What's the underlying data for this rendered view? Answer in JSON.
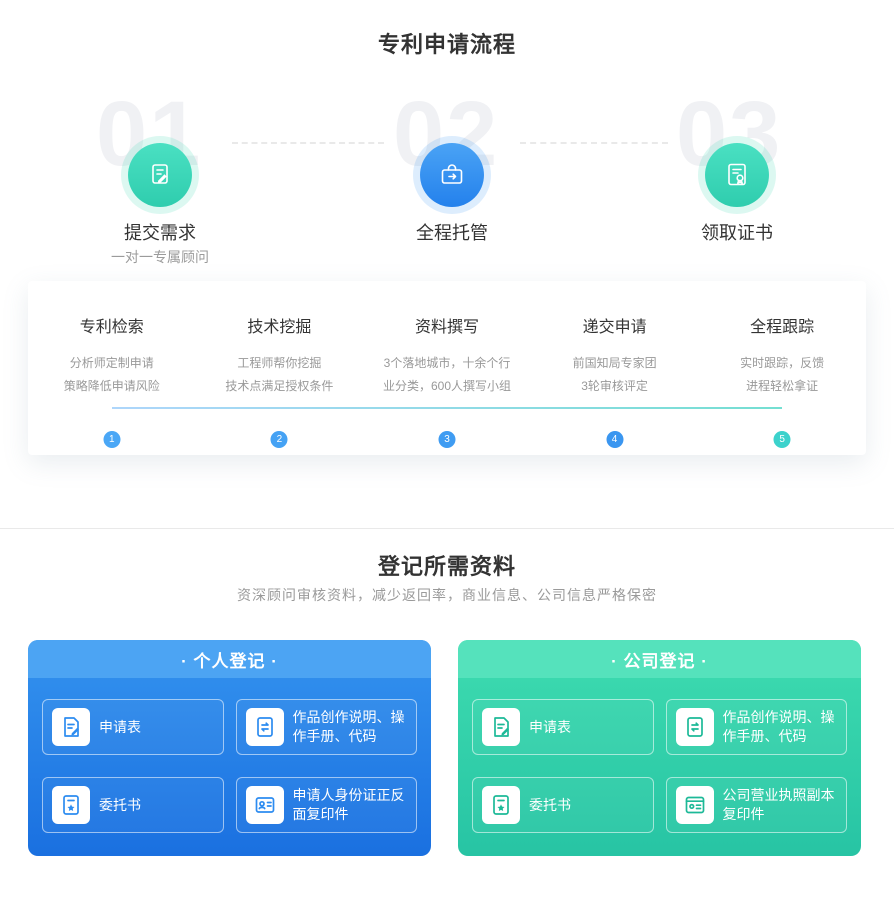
{
  "colors": {
    "blue": "#2d8cf0",
    "teal": "#3bd6b0"
  },
  "process": {
    "title": "专利申请流程",
    "steps": [
      {
        "number": "01",
        "label": "提交需求",
        "subtitle": "一对一专属顾问",
        "icon": "edit-document-icon"
      },
      {
        "number": "02",
        "label": "全程托管",
        "icon": "briefcase-icon"
      },
      {
        "number": "03",
        "label": "领取证书",
        "icon": "certificate-icon"
      }
    ],
    "stages": [
      {
        "num": "1",
        "title": "专利检索",
        "line1": "分析师定制申请",
        "line2": "策略降低申请风险"
      },
      {
        "num": "2",
        "title": "技术挖掘",
        "line1": "工程师帮你挖掘",
        "line2": "技术点满足授权条件"
      },
      {
        "num": "3",
        "title": "资料撰写",
        "line1": "3个落地城市，十余个行",
        "line2": "业分类，600人撰写小组"
      },
      {
        "num": "4",
        "title": "递交申请",
        "line1": "前国知局专家团",
        "line2": "3轮审核评定"
      },
      {
        "num": "5",
        "title": "全程跟踪",
        "line1": "实时跟踪，反馈",
        "line2": "进程轻松拿证"
      }
    ]
  },
  "materials": {
    "title": "登记所需资料",
    "subtitle": "资深顾问审核资料，减少返回率，商业信息、公司信息严格保密",
    "personal": {
      "title": "· 个人登记 ·",
      "items": [
        {
          "label": "申请表",
          "icon": "form-icon"
        },
        {
          "label": "作品创作说明、操作手册、代码",
          "icon": "manual-icon"
        },
        {
          "label": "委托书",
          "icon": "authorization-icon"
        },
        {
          "label": "申请人身份证正反面复印件",
          "icon": "id-card-icon"
        }
      ]
    },
    "company": {
      "title": "· 公司登记 ·",
      "items": [
        {
          "label": "申请表",
          "icon": "form-icon"
        },
        {
          "label": "作品创作说明、操作手册、代码",
          "icon": "manual-icon"
        },
        {
          "label": "委托书",
          "icon": "authorization-icon"
        },
        {
          "label": "公司营业执照副本复印件",
          "icon": "license-icon"
        }
      ]
    }
  }
}
